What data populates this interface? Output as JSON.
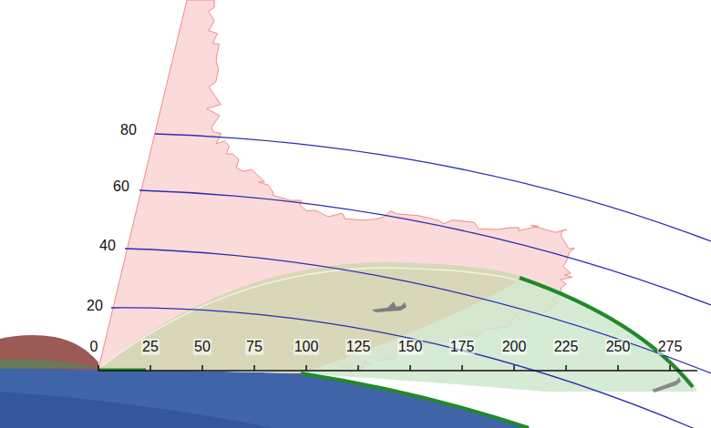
{
  "diagram": {
    "labels": [
      "80",
      "60",
      "40",
      "20",
      "0",
      "25",
      "50",
      "75",
      "100",
      "125",
      "150",
      "175",
      "200",
      "225",
      "250",
      "275"
    ]
  }
}
